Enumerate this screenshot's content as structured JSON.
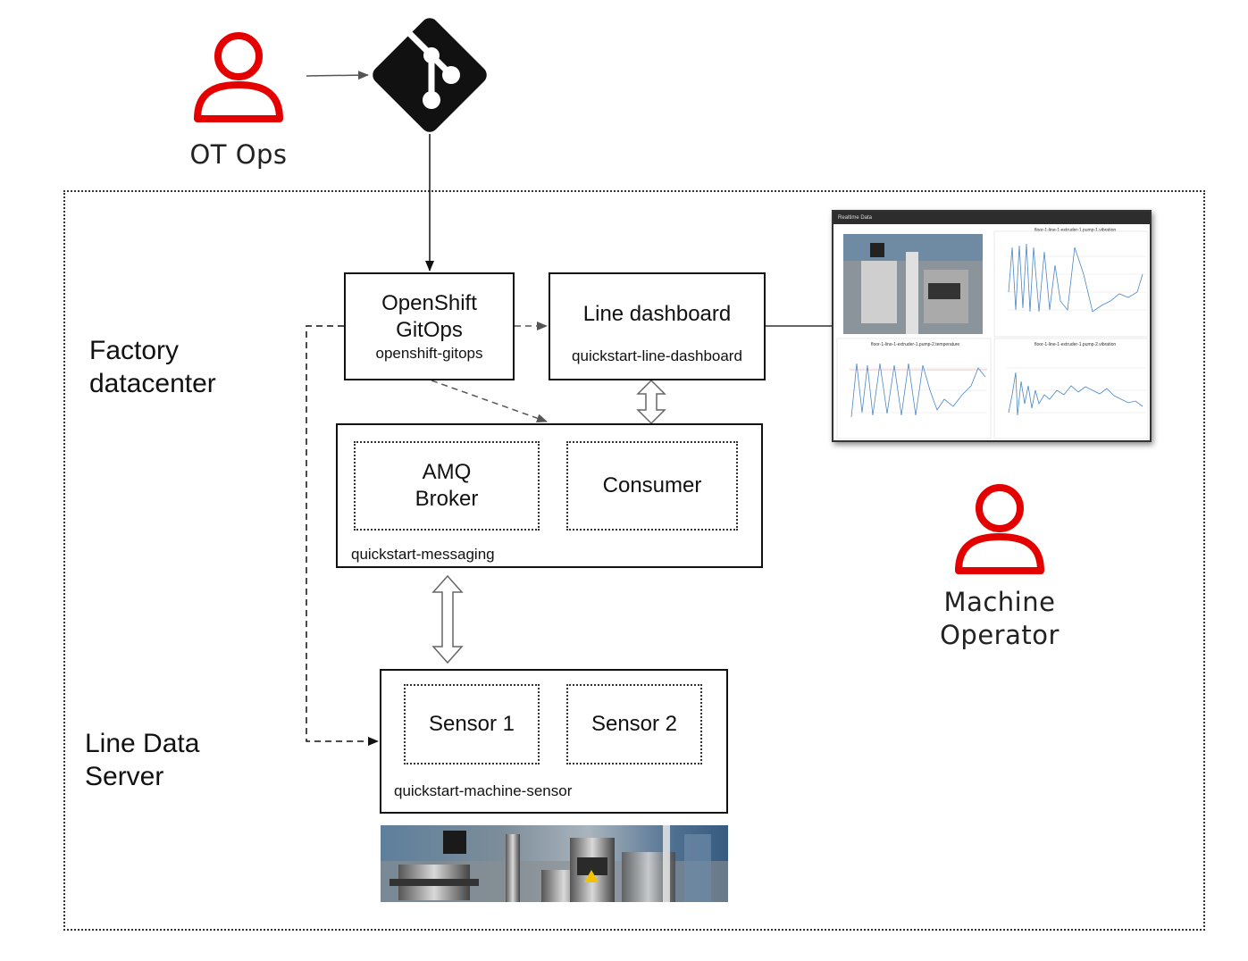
{
  "actors": {
    "ot_ops": "OT Ops",
    "machine_operator": [
      "Machine",
      "Operator"
    ]
  },
  "zones": {
    "factory": [
      "Factory",
      "datacenter"
    ],
    "line_server": [
      "Line Data",
      "Server"
    ]
  },
  "gitops": {
    "title": [
      "OpenShift",
      "GitOps"
    ],
    "namespace": "openshift-gitops"
  },
  "line_dashboard": {
    "title": "Line dashboard",
    "namespace": "quickstart-line-dashboard"
  },
  "messaging": {
    "broker": [
      "AMQ",
      "Broker"
    ],
    "consumer": "Consumer",
    "namespace": "quickstart-messaging"
  },
  "sensors": {
    "sensor1": "Sensor 1",
    "sensor2": "Sensor 2",
    "namespace": "quickstart-machine-sensor"
  },
  "dashboard_screenshot": {
    "header": "Realtime Data",
    "panels": [
      "floor-1-line-1-extruder-1.pump-1.vibration",
      "floor-1-line-1-extruder-1.pump-2.temperature",
      "floor-1-line-1-extruder-1.pump-2.vibration"
    ]
  },
  "colors": {
    "person_red": "#e50000",
    "git_black": "#111111"
  }
}
